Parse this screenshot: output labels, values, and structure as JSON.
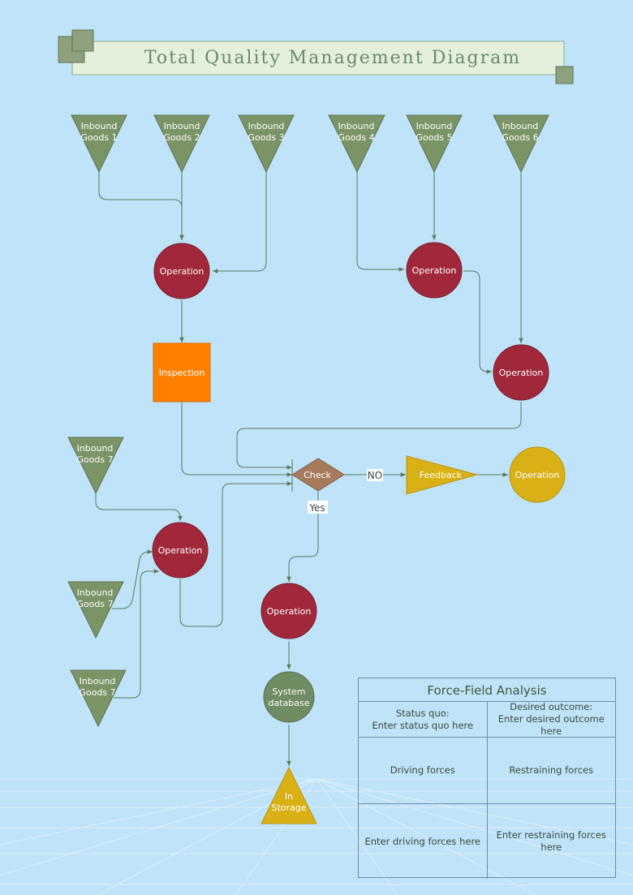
{
  "title": "Total Quality Management Diagram",
  "colors": {
    "background": "#bfe3f9",
    "inbound": "#7a9466",
    "operation_red": "#a0283a",
    "operation_yellow": "#d9b116",
    "inspection": "#ff8000",
    "check": "#a67a5b",
    "feedback": "#d9b116",
    "system_db": "#6f8c63",
    "storage": "#d9b116",
    "connector": "#5b7a5b"
  },
  "nodes": {
    "inbound_1": "Inbound\nGoods 1",
    "inbound_2": "Inbound\nGoods 2",
    "inbound_3": "Inbound\nGoods 3",
    "inbound_4": "Inbound\nGoods 4",
    "inbound_5": "Inbound\nGoods 5",
    "inbound_6": "Inbound\nGoods 6",
    "inbound_7a": "Inbound\nGoods 7",
    "inbound_7b": "Inbound\nGoods 7",
    "inbound_7c": "Inbound\nGoods 7",
    "operation_1": "Operation",
    "operation_2": "Operation",
    "operation_3": "Operation",
    "operation_4": "Operation",
    "operation_5": "Operation",
    "operation_6": "Operation",
    "inspection": "Inspection",
    "check": "Check",
    "feedback": "Feedback",
    "system_db": "System\ndatabase",
    "storage": "In\nStorage"
  },
  "edge_labels": {
    "no": "NO",
    "yes": "Yes"
  },
  "force_field": {
    "title": "Force-Field Analysis",
    "status_quo": "Status quo:\nEnter status quo here",
    "desired": "Desired outcome:\nEnter desired outcome here",
    "driving": "Driving forces",
    "restraining": "Restraining forces",
    "driving_entry": "Enter driving forces here",
    "restraining_entry": "Enter restraining forces\nhere"
  }
}
